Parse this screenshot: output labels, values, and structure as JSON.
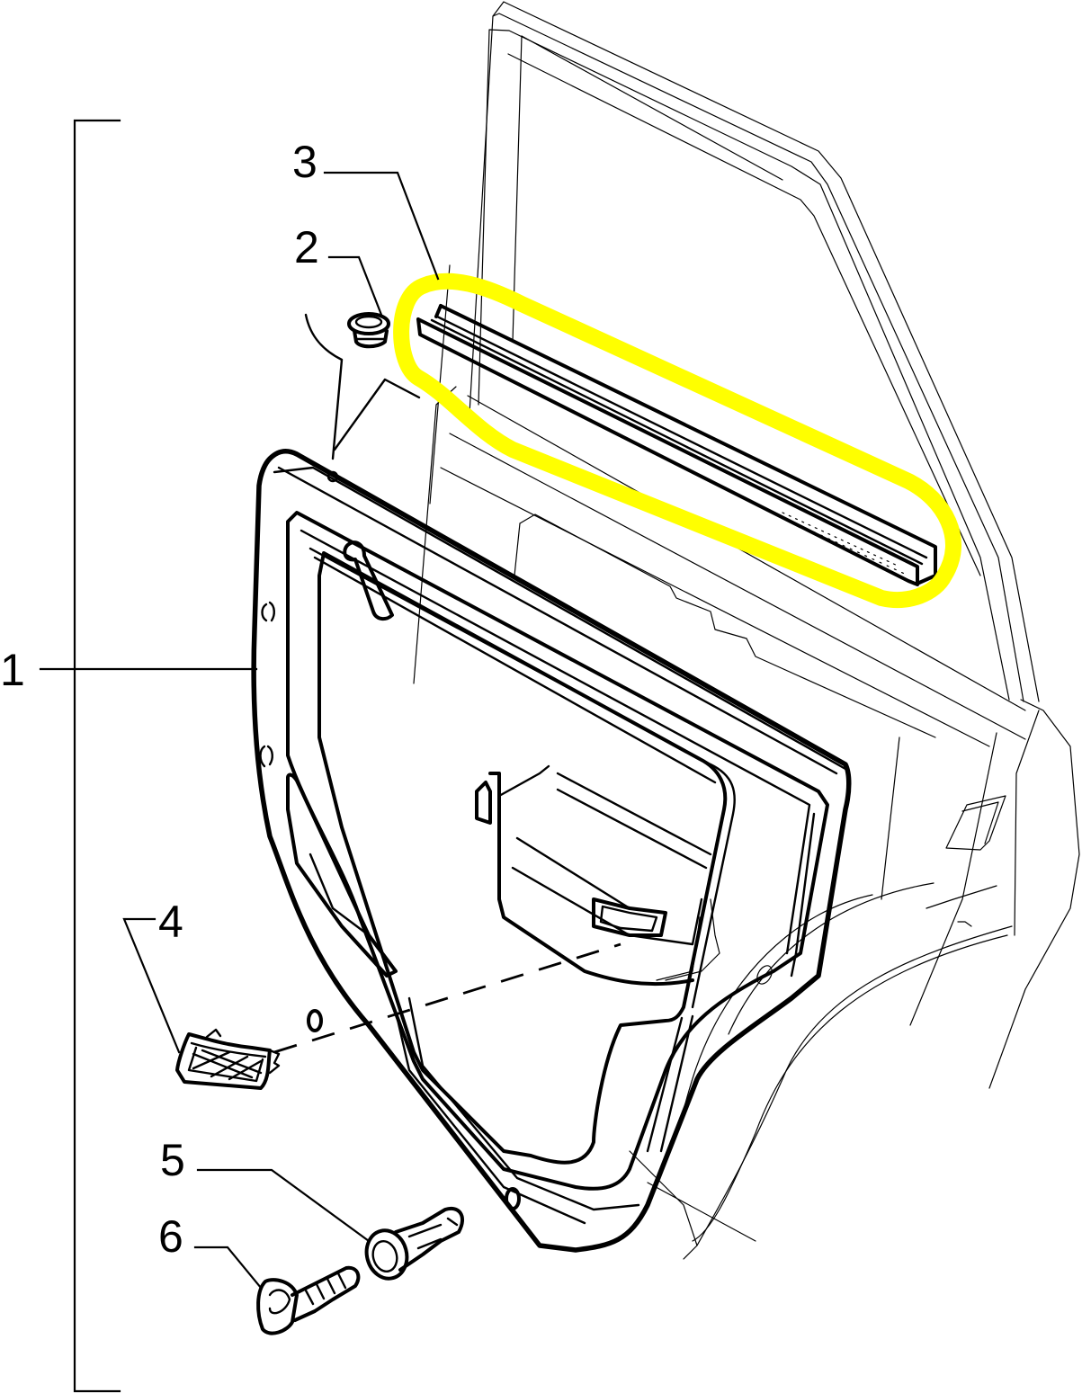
{
  "diagram": {
    "type": "exploded parts diagram",
    "subject": "rear door trim panel assembly",
    "highlight": {
      "color": "#ffff00",
      "target_callout": "3",
      "target_part": "window belt weatherstrip"
    },
    "callouts": [
      {
        "id": "1",
        "label": "1",
        "part": "door trim panel (bracketed group)"
      },
      {
        "id": "2",
        "label": "2",
        "part": "plug / grommet"
      },
      {
        "id": "3",
        "label": "3",
        "part": "window belt seal strip"
      },
      {
        "id": "4",
        "label": "4",
        "part": "speaker / vent grille"
      },
      {
        "id": "5",
        "label": "5",
        "part": "push-in fastener clip"
      },
      {
        "id": "6",
        "label": "6",
        "part": "screw"
      }
    ],
    "colors": {
      "line": "#000000",
      "background": "#ffffff",
      "highlight": "#ffff00"
    }
  }
}
